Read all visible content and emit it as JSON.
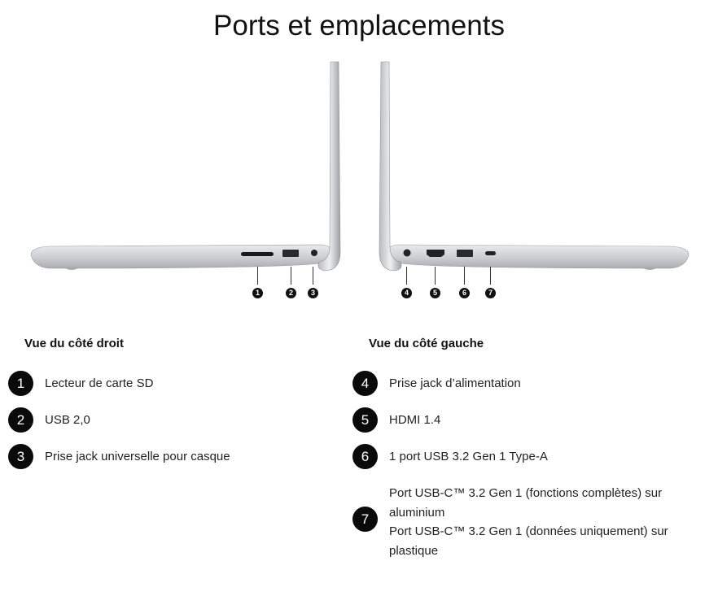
{
  "title": "Ports et emplacements",
  "callouts": [
    "1",
    "2",
    "3",
    "4",
    "5",
    "6",
    "7"
  ],
  "right_view": {
    "heading": "Vue du côté droit",
    "items": [
      {
        "number": "1",
        "label": "Lecteur de carte SD"
      },
      {
        "number": "2",
        "label": "USB 2,0"
      },
      {
        "number": "3",
        "label": "Prise jack universelle pour casque"
      }
    ]
  },
  "left_view": {
    "heading": "Vue du côté gauche",
    "items": [
      {
        "number": "4",
        "label": "Prise jack d’alimentation"
      },
      {
        "number": "5",
        "label": "HDMI 1.4"
      },
      {
        "number": "6",
        "label": "1 port USB 3.2 Gen 1 Type-A"
      },
      {
        "number": "7",
        "label_line1": "Port USB-C™ 3.2 Gen 1 (fonctions complètes) sur aluminium",
        "label_line2": "Port USB-C™ 3.2 Gen 1 (données uniquement) sur plastique"
      }
    ]
  }
}
